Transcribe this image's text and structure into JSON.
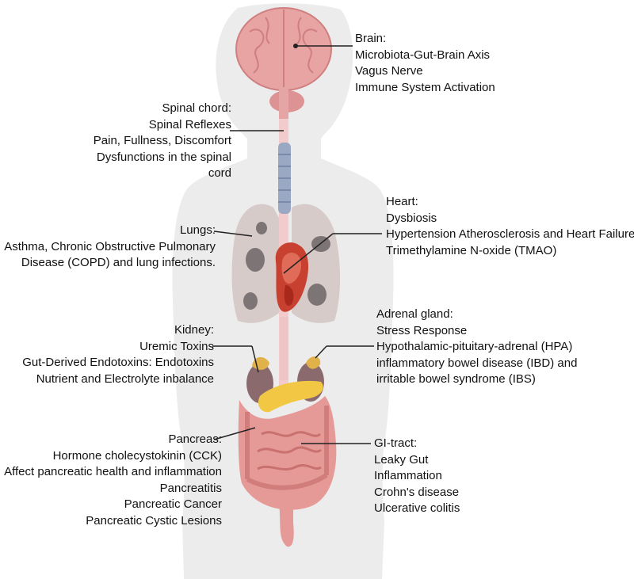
{
  "colors": {
    "silhouette": "#ececec",
    "brain": "#e8a3a3",
    "organ_pink": "#e9a2a2",
    "lungs": "#d7cbc9",
    "lung_spots": "#7d7575",
    "trachea": "#9aa8c3",
    "heart": "#c8402f",
    "adrenal": "#e2b24a",
    "pancreas": "#f2c744",
    "kidney": "#8b6a6e",
    "intestine": "#e59a98",
    "leader_line": "#222222"
  },
  "labels": {
    "brain": {
      "title": "Brain:",
      "items": [
        "Microbiota-Gut-Brain Axis",
        "Vagus Nerve",
        "Immune System Activation"
      ]
    },
    "spinal": {
      "title": "Spinal chord:",
      "items": [
        "Spinal Reflexes",
        "Pain, Fullness, Discomfort",
        "Dysfunctions in the spinal",
        "cord"
      ]
    },
    "lungs": {
      "title": "Lungs:",
      "items": [
        "Asthma, Chronic Obstructive Pulmonary",
        "Disease (COPD) and lung infections."
      ]
    },
    "heart": {
      "title": "Heart:",
      "items": [
        "Dysbiosis",
        "Hypertension Atherosclerosis and Heart Failure",
        "Trimethylamine N-oxide (TMAO)"
      ]
    },
    "kidney": {
      "title": "Kidney:",
      "items": [
        "Uremic Toxins",
        "Gut-Derived Endotoxins: Endotoxins",
        "Nutrient and Electrolyte inbalance"
      ]
    },
    "adrenal": {
      "title": "Adrenal gland:",
      "items": [
        "Stress Response",
        "Hypothalamic-pituitary-adrenal (HPA)",
        "inflammatory bowel disease (IBD) and",
        "irritable bowel syndrome (IBS)"
      ]
    },
    "pancreas": {
      "title": "Pancreas:",
      "items": [
        "Hormone cholecystokinin (CCK)",
        "Affect pancreatic health and inflammation",
        "Pancreatitis",
        "Pancreatic Cancer",
        "Pancreatic Cystic Lesions"
      ]
    },
    "gi": {
      "title": "GI-tract:",
      "items": [
        "Leaky Gut",
        "Inflammation",
        "Crohn's disease",
        "Ulcerative colitis"
      ]
    }
  }
}
